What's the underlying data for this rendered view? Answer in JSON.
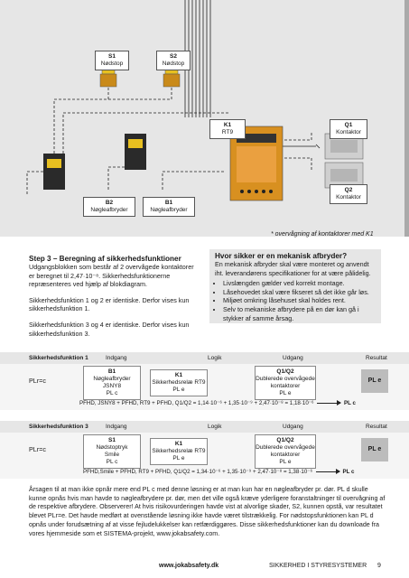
{
  "diagram": {
    "s1": {
      "id": "S1",
      "name": "Nødstop"
    },
    "s2": {
      "id": "S2",
      "name": "Nødstop"
    },
    "k1": {
      "id": "K1",
      "name": "RT9"
    },
    "q1": {
      "id": "Q1",
      "name": "Kontaktor"
    },
    "q2": {
      "id": "Q2",
      "name": "Kontaktor"
    },
    "b2": {
      "id": "B2",
      "name": "Nøgleafbryder"
    },
    "b1": {
      "id": "B1",
      "name": "Nøgleafbryder"
    },
    "footnote": "* overvågning af kontaktorer med K1"
  },
  "step3": {
    "heading": "Step 3 – Beregning af sikkerhedsfunktioner",
    "p1": "Udgangsblokken som består af 2 overvågede kontaktorer er beregnet til 2,47·10⁻⁸. Sikkerhedsfunktionerne repræsenteres ved hjælp af blokdiagram.",
    "p2": "Sikkerhedsfunktion 1 og 2 er identiske. Derfor vises kun sikkerhedsfunktion 1.",
    "p3": "Sikkerhedsfunktion 3 og 4 er identiske. Derfor vises kun sikkerhedsfunktion 3."
  },
  "mech": {
    "heading": "Hvor sikker er en mekanisk afbryder?",
    "intro": "En mekanisk afbryder skal være monteret og anvendt iht. leverandørens specifikationer for at være pålidelig.",
    "bullets": [
      "Livslængden gælder ved korrekt montage.",
      "Låsehovedet skal være fikseret så det ikke går løs.",
      "Miljøet omkring låsehuset skal holdes rent.",
      "Selv to mekaniske afbrydere på en dør kan gå i stykker af samme årsag."
    ]
  },
  "sf1": {
    "title": "Sikkerhedsfunktion 1",
    "col_input": "Indgang",
    "col_logic": "Logik",
    "col_output": "Udgang",
    "col_result": "Resultat",
    "plr": "PLr=c",
    "input_id": "B1",
    "input_name": "Nøgleafbryder",
    "input_model": "JSNY8",
    "input_pl": "PL c",
    "logic_id": "K1",
    "logic_name": "Sikkerhedsrelæ RT9",
    "logic_pl": "PL e",
    "output_id": "Q1/Q2",
    "output_name": "Dublerede overvågede kontaktorer",
    "output_pl": "PL e",
    "result": "PL e",
    "formula": "PFHD, JSNY8 + PFHD, RT9 + PFHD, Q1/Q2 = 1,14·10⁻⁶ + 1,35·10⁻⁹ + 2,47·10⁻⁸ = 1,18·10⁻⁶",
    "formula_result": "PL c"
  },
  "sf3": {
    "title": "Sikkerhedsfunktion 3",
    "col_input": "Indgang",
    "col_logic": "Logik",
    "col_output": "Udgang",
    "col_result": "Resultat",
    "plr": "PLr=c",
    "input_id": "S1",
    "input_name": "Nødstoptryk",
    "input_model": "Smile",
    "input_pl": "PL c",
    "logic_id": "K1",
    "logic_name": "Sikkerhedsrelæ RT9",
    "logic_pl": "PL e",
    "output_id": "Q1/Q2",
    "output_name": "Dublerede overvågede kontaktorer",
    "output_pl": "PL e",
    "result": "PL e",
    "formula": "PFHD,Smile + PFHD, RT9 + PFHD, Q1/Q2 = 1,34·10⁻⁶ + 1,35·10⁻⁹ + 2,47·10⁻⁸ = 1,38·10⁻⁶",
    "formula_result": "PL c"
  },
  "closing": "Årsagen til at man ikke opnår mere end PL c med denne løsning er at man kun har en nøgleafbryder pr. dør. PL d skulle kunne opnås hvis man havde to nøgleafbrydere pr. dør, men det ville også kræve yderligere foranstaltninger til overvågning af de respektive afbrydere. Observerer! At hvis risikovurderingen havde vist at alvorlige skader, S2, kunnen opstå, var resultatet blevet PLr=e. Det havde medført at ovenstående løsning ikke havde været tilstrækkelig. For nødstopsfunktionen kan PL d opnås under forudsætning af at visse fejludelukkelser kan retfærdiggøres. Disse sikkerhedsfunktioner kan du downloade fra vores hjemmeside som et SISTEMA-projekt, www.jokabsafety.com.",
  "footer": {
    "url": "www.jokabsafety.dk",
    "section": "SIKKERHED I STYRESYSTEMER",
    "page": "9"
  }
}
